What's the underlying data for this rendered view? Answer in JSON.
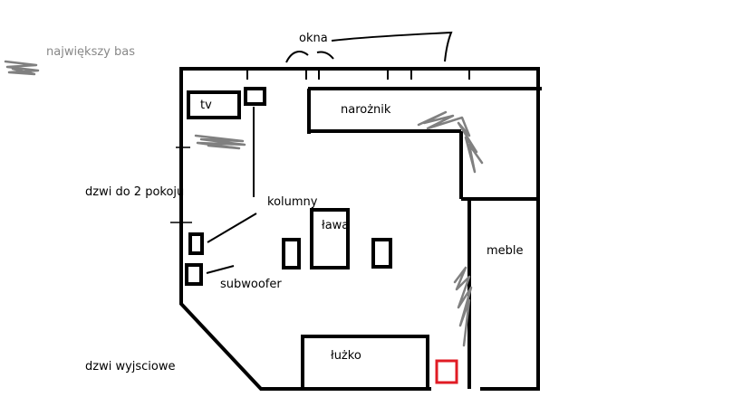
{
  "labels": {
    "okna": "okna",
    "najwiekszy_bas": "największy bas",
    "tv": "tv",
    "naroznik": "narożnik",
    "dzwi_pokoje": "dzwi do 2 pokoju",
    "kolumny": "kolumny",
    "lawa": "ława",
    "meble": "meble",
    "subwoofer": "subwoofer",
    "lozko": "łużko",
    "dzwi_wyjsciowe": "dzwi wyjsciowe"
  },
  "colors": {
    "stroke": "#000000",
    "scribble": "#808080",
    "marker": "#e01b24",
    "label_muted": "#888888"
  }
}
